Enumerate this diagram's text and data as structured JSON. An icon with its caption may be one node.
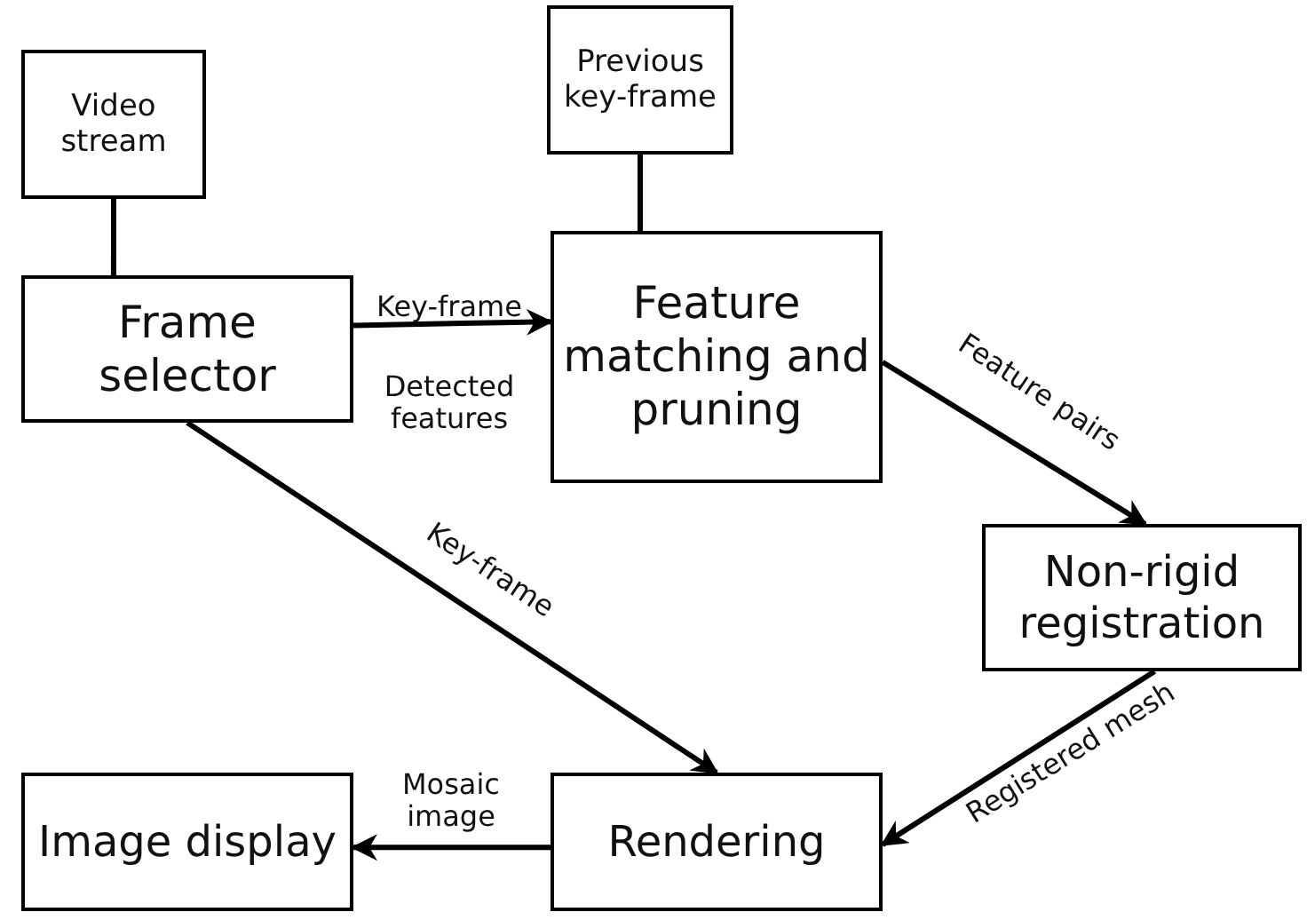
{
  "diagram": {
    "nodes": [
      {
        "text": [
          "Video stream"
        ]
      },
      {
        "text": [
          "Previous key-frame"
        ]
      },
      {
        "text": [
          "Frame selector"
        ]
      },
      {
        "text": [
          "Feature matching and pruning"
        ]
      },
      {
        "text": [
          "Non-rigid registration"
        ]
      },
      {
        "text": [
          "Image display"
        ]
      },
      {
        "text": [
          "Rendering"
        ]
      }
    ],
    "edges": [
      {
        "from": 0,
        "to": 2,
        "arrow": "none"
      },
      {
        "from": 1,
        "to": 3,
        "arrow": "none"
      },
      {
        "from": 2,
        "to": 3,
        "arrow": "to",
        "label": "Key-frame"
      },
      {
        "from": 3,
        "to": 4,
        "arrow": "to",
        "label": "Feature pairs"
      },
      {
        "from": 2,
        "to": 6,
        "arrow": "to",
        "label": "Key-frame"
      },
      {
        "from": 4,
        "to": 6,
        "arrow": "to",
        "label": "Registered mesh"
      },
      {
        "from": 6,
        "to": 5,
        "arrow": "to",
        "label": "Mosaic image"
      }
    ],
    "labels": [
      "Detected features"
    ]
  }
}
